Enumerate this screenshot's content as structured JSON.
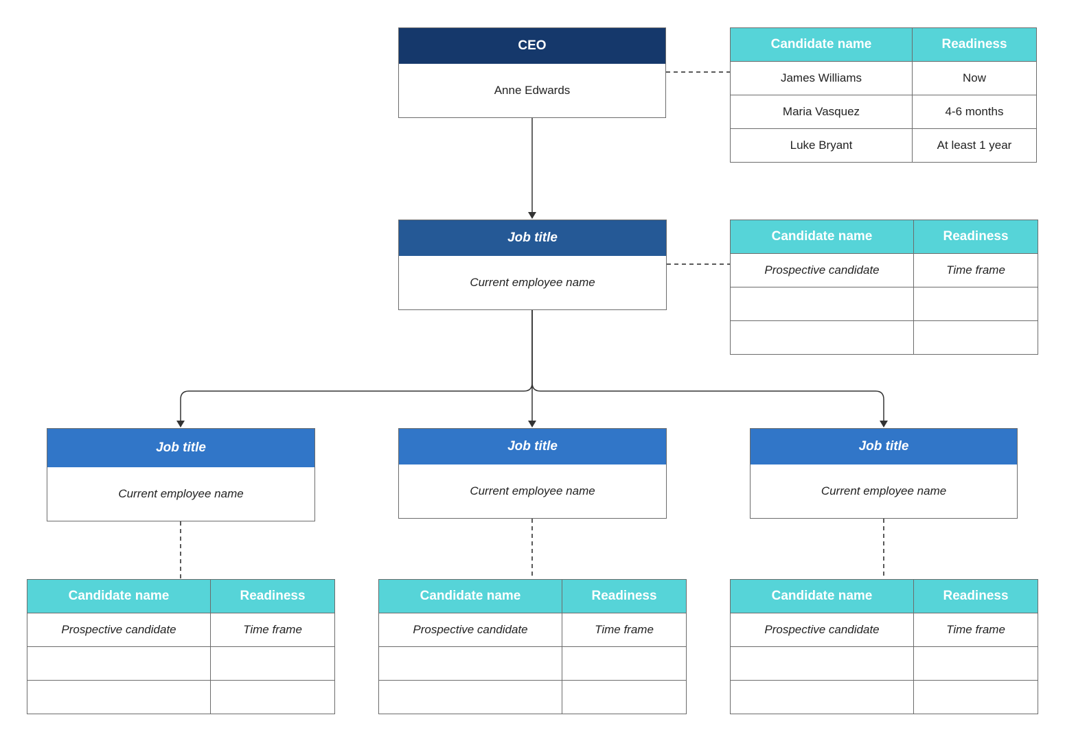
{
  "colors": {
    "ceo_header": "#15386b",
    "level2_header": "#255996",
    "level3_header": "#3176c8",
    "table_header": "#56d4d8",
    "border": "#6b6b6b",
    "line": "#333333"
  },
  "ceo": {
    "title": "CEO",
    "name": "Anne Edwards",
    "successors": {
      "headers": [
        "Candidate name",
        "Readiness"
      ],
      "rows": [
        [
          "James Williams",
          "Now"
        ],
        [
          "Maria Vasquez",
          "4-6 months"
        ],
        [
          "Luke Bryant",
          "At least 1 year"
        ]
      ]
    }
  },
  "level2": {
    "title": "Job title",
    "name": "Current employee name",
    "successors": {
      "headers": [
        "Candidate name",
        "Readiness"
      ],
      "rows": [
        [
          "Prospective candidate",
          "Time frame"
        ],
        [
          "",
          ""
        ],
        [
          "",
          ""
        ]
      ]
    }
  },
  "level3": [
    {
      "title": "Job title",
      "name": "Current employee name",
      "successors": {
        "headers": [
          "Candidate name",
          "Readiness"
        ],
        "rows": [
          [
            "Prospective candidate",
            "Time frame"
          ],
          [
            "",
            ""
          ],
          [
            "",
            ""
          ]
        ]
      }
    },
    {
      "title": "Job title",
      "name": "Current employee name",
      "successors": {
        "headers": [
          "Candidate name",
          "Readiness"
        ],
        "rows": [
          [
            "Prospective candidate",
            "Time frame"
          ],
          [
            "",
            ""
          ],
          [
            "",
            ""
          ]
        ]
      }
    },
    {
      "title": "Job title",
      "name": "Current employee name",
      "successors": {
        "headers": [
          "Candidate name",
          "Readiness"
        ],
        "rows": [
          [
            "Prospective candidate",
            "Time frame"
          ],
          [
            "",
            ""
          ],
          [
            "",
            ""
          ]
        ]
      }
    }
  ]
}
